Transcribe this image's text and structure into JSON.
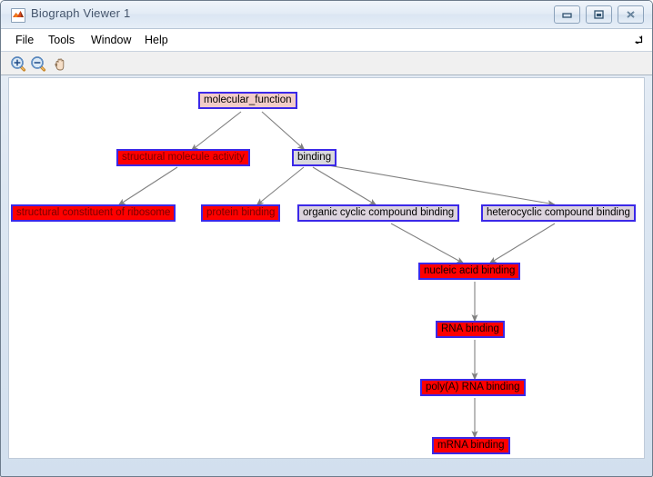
{
  "window": {
    "title": "Biograph Viewer 1",
    "app_icon": "matlab-logo-icon",
    "controls": [
      {
        "name": "minimize",
        "glyph": "minimize-icon"
      },
      {
        "name": "maximize",
        "glyph": "maximize-icon"
      },
      {
        "name": "close",
        "glyph": "close-icon"
      }
    ]
  },
  "menubar": {
    "items": [
      {
        "label": "File"
      },
      {
        "label": "Tools"
      },
      {
        "label": "Window"
      },
      {
        "label": "Help"
      }
    ],
    "dock_control": "undock-arrow-icon"
  },
  "toolbar": {
    "buttons": [
      {
        "name": "zoom-in",
        "icon": "magnifier-plus-icon"
      },
      {
        "name": "zoom-out",
        "icon": "magnifier-minus-icon"
      },
      {
        "name": "pan",
        "icon": "hand-icon"
      }
    ]
  },
  "graph": {
    "colors": {
      "node_border": "#3b28e8",
      "edge": "#808080",
      "root_fill": "#f2ccc8",
      "neutral_fill": "#d8d8dd",
      "lavender_fill": "#dcd3dd",
      "highlight_fill": "#fe0000",
      "highlight_text": "#7a0000"
    },
    "nodes": [
      {
        "id": "molecular_function",
        "label": "molecular_function",
        "style": "root"
      },
      {
        "id": "structural_molecule_activity",
        "label": "structural molecule activity",
        "style": "red"
      },
      {
        "id": "binding",
        "label": "binding",
        "style": "grey"
      },
      {
        "id": "structural_constituent_of_ribosome",
        "label": "structural constituent of ribosome",
        "style": "red"
      },
      {
        "id": "protein_binding",
        "label": "protein binding",
        "style": "red"
      },
      {
        "id": "organic_cyclic_compound_binding",
        "label": "organic cyclic compound binding",
        "style": "lav"
      },
      {
        "id": "heterocyclic_compound_binding",
        "label": "heterocyclic compound binding",
        "style": "lav"
      },
      {
        "id": "nucleic_acid_binding",
        "label": "nucleic acid binding",
        "style": "redk"
      },
      {
        "id": "rna_binding",
        "label": "RNA binding",
        "style": "redk"
      },
      {
        "id": "polya_rna_binding",
        "label": "poly(A) RNA binding",
        "style": "redk"
      },
      {
        "id": "mrna_binding",
        "label": "mRNA binding",
        "style": "redk"
      }
    ],
    "edges": [
      {
        "from": "molecular_function",
        "to": "structural_molecule_activity"
      },
      {
        "from": "molecular_function",
        "to": "binding"
      },
      {
        "from": "structural_molecule_activity",
        "to": "structural_constituent_of_ribosome"
      },
      {
        "from": "binding",
        "to": "protein_binding"
      },
      {
        "from": "binding",
        "to": "organic_cyclic_compound_binding"
      },
      {
        "from": "binding",
        "to": "heterocyclic_compound_binding"
      },
      {
        "from": "organic_cyclic_compound_binding",
        "to": "nucleic_acid_binding"
      },
      {
        "from": "heterocyclic_compound_binding",
        "to": "nucleic_acid_binding"
      },
      {
        "from": "nucleic_acid_binding",
        "to": "rna_binding"
      },
      {
        "from": "rna_binding",
        "to": "polya_rna_binding"
      },
      {
        "from": "polya_rna_binding",
        "to": "mrna_binding"
      }
    ]
  }
}
